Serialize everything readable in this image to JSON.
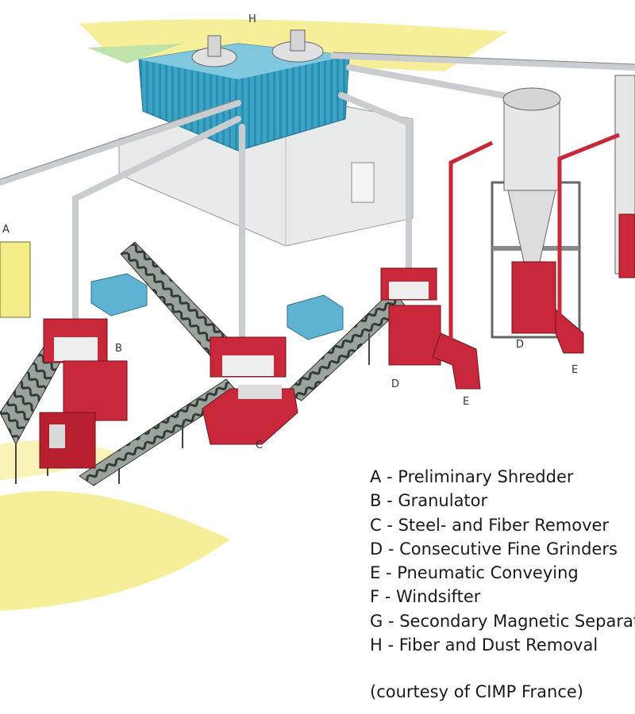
{
  "callouts": {
    "a": "A",
    "b": "B",
    "c": "C",
    "d1": "D",
    "e1": "E",
    "d2": "D",
    "e2": "E",
    "h": "H"
  },
  "legend": [
    {
      "letter": "A",
      "text": "A - Preliminary Shredder"
    },
    {
      "letter": "B",
      "text": "B - Granulator"
    },
    {
      "letter": "C",
      "text": "C - Steel- and Fiber Remover"
    },
    {
      "letter": "D",
      "text": "D - Consecutive Fine Grinders"
    },
    {
      "letter": "E",
      "text": "E - Pneumatic Conveying"
    },
    {
      "letter": "F",
      "text": "F - Windsifter"
    },
    {
      "letter": "G",
      "text": "G - Secondary Magnetic Separation"
    },
    {
      "letter": "H",
      "text": "H - Fiber and Dust Removal"
    }
  ],
  "courtesy": "(courtesy of CIMP France)",
  "colors": {
    "machine_red": "#c8283a",
    "steel_grey": "#cfd4d8",
    "building": "#e9eaea",
    "tank_blue": "#3ba4c6",
    "ground_yellow": "#f7ee9a",
    "control_cabinet": "#f4ec86"
  }
}
